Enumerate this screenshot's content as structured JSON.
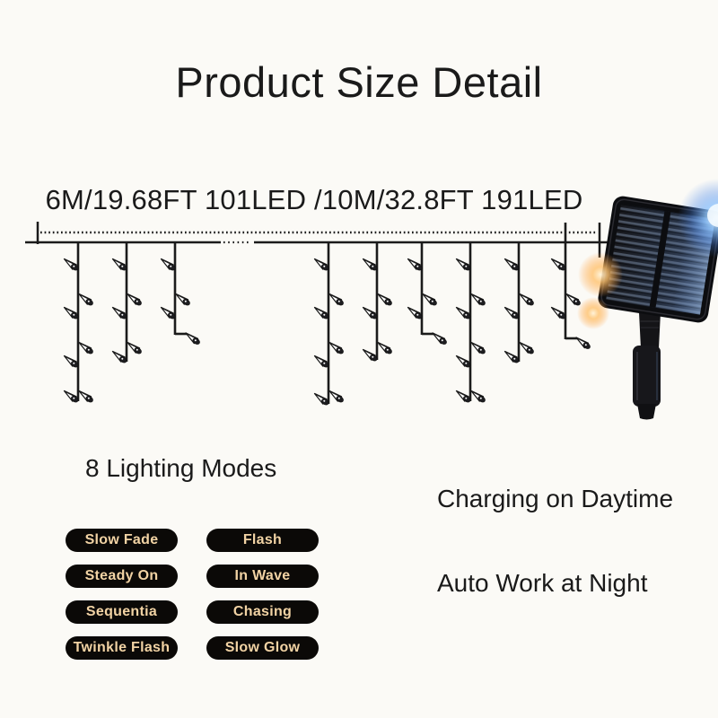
{
  "title": "Product Size Detail",
  "size_label": "6M/19.68FT 101LED /10M/32.8FT 191LED",
  "lighting_modes": {
    "heading": "8 Lighting Modes",
    "modes": [
      "Slow Fade",
      "Flash",
      "Steady On",
      "In Wave",
      "Sequentia",
      "Chasing",
      "Twinkle Flash",
      "Slow Glow"
    ]
  },
  "features": {
    "daytime": "Charging on Daytime",
    "night": "Auto Work at Night"
  },
  "icons": {
    "diagram": "icicle-string-lights-diagram",
    "panel": "solar-panel-with-ground-stake"
  },
  "colors": {
    "bg": "#fbfaf6",
    "ink": "#1a1a1a",
    "wire": "#1b1b1b",
    "pill_bg": "#0b0907",
    "pill_text": "#f2d3a4",
    "panel_frame": "#0c0d10",
    "panel_cell_light": "#39455c",
    "blue_flare": "#8fc6ff",
    "orange_flare": "#ffc26e"
  }
}
